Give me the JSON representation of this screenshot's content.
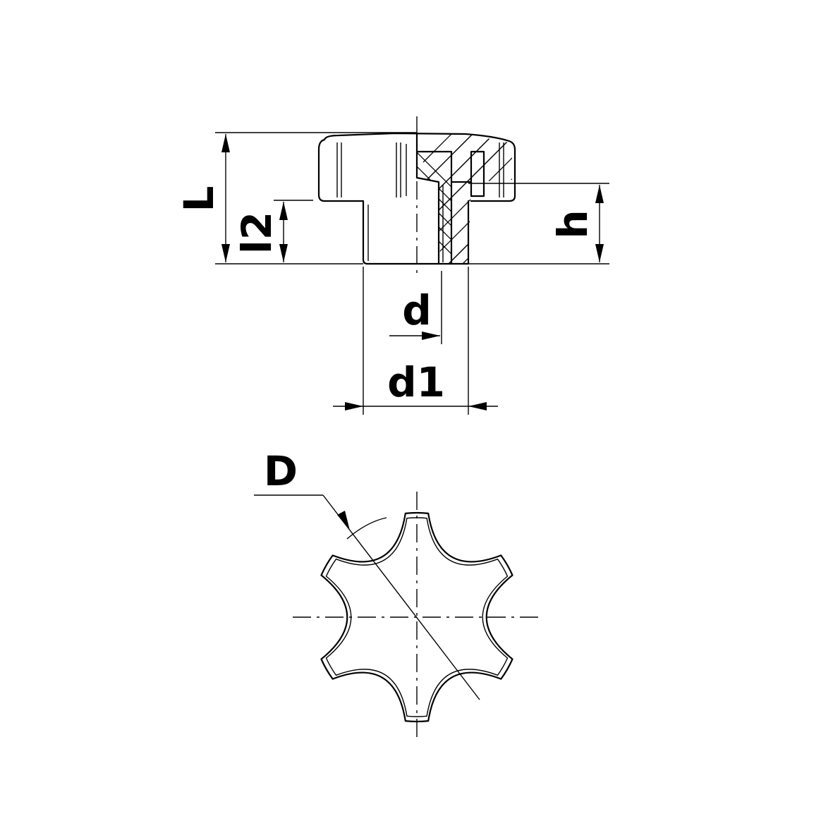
{
  "labels": {
    "L": "L",
    "l2": "l2",
    "h": "h",
    "d": "d",
    "d1": "d1",
    "D": "D"
  }
}
